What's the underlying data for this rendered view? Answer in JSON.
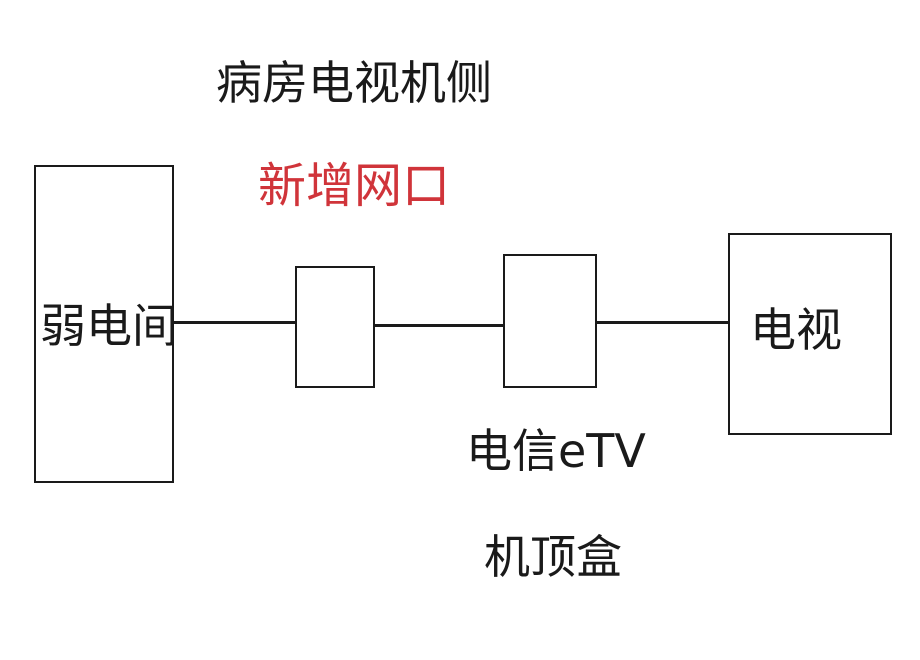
{
  "diagram": {
    "ward_tv_side_label": "病房电视机侧",
    "new_port_label": "新增网口",
    "weak_room_label": "弱电间",
    "tv_label": "电视",
    "stb_label_line1": "电信eTV",
    "stb_label_line2": "机顶盒"
  },
  "colors": {
    "line": "#1a1a1a",
    "highlight_text": "#d0343a"
  }
}
